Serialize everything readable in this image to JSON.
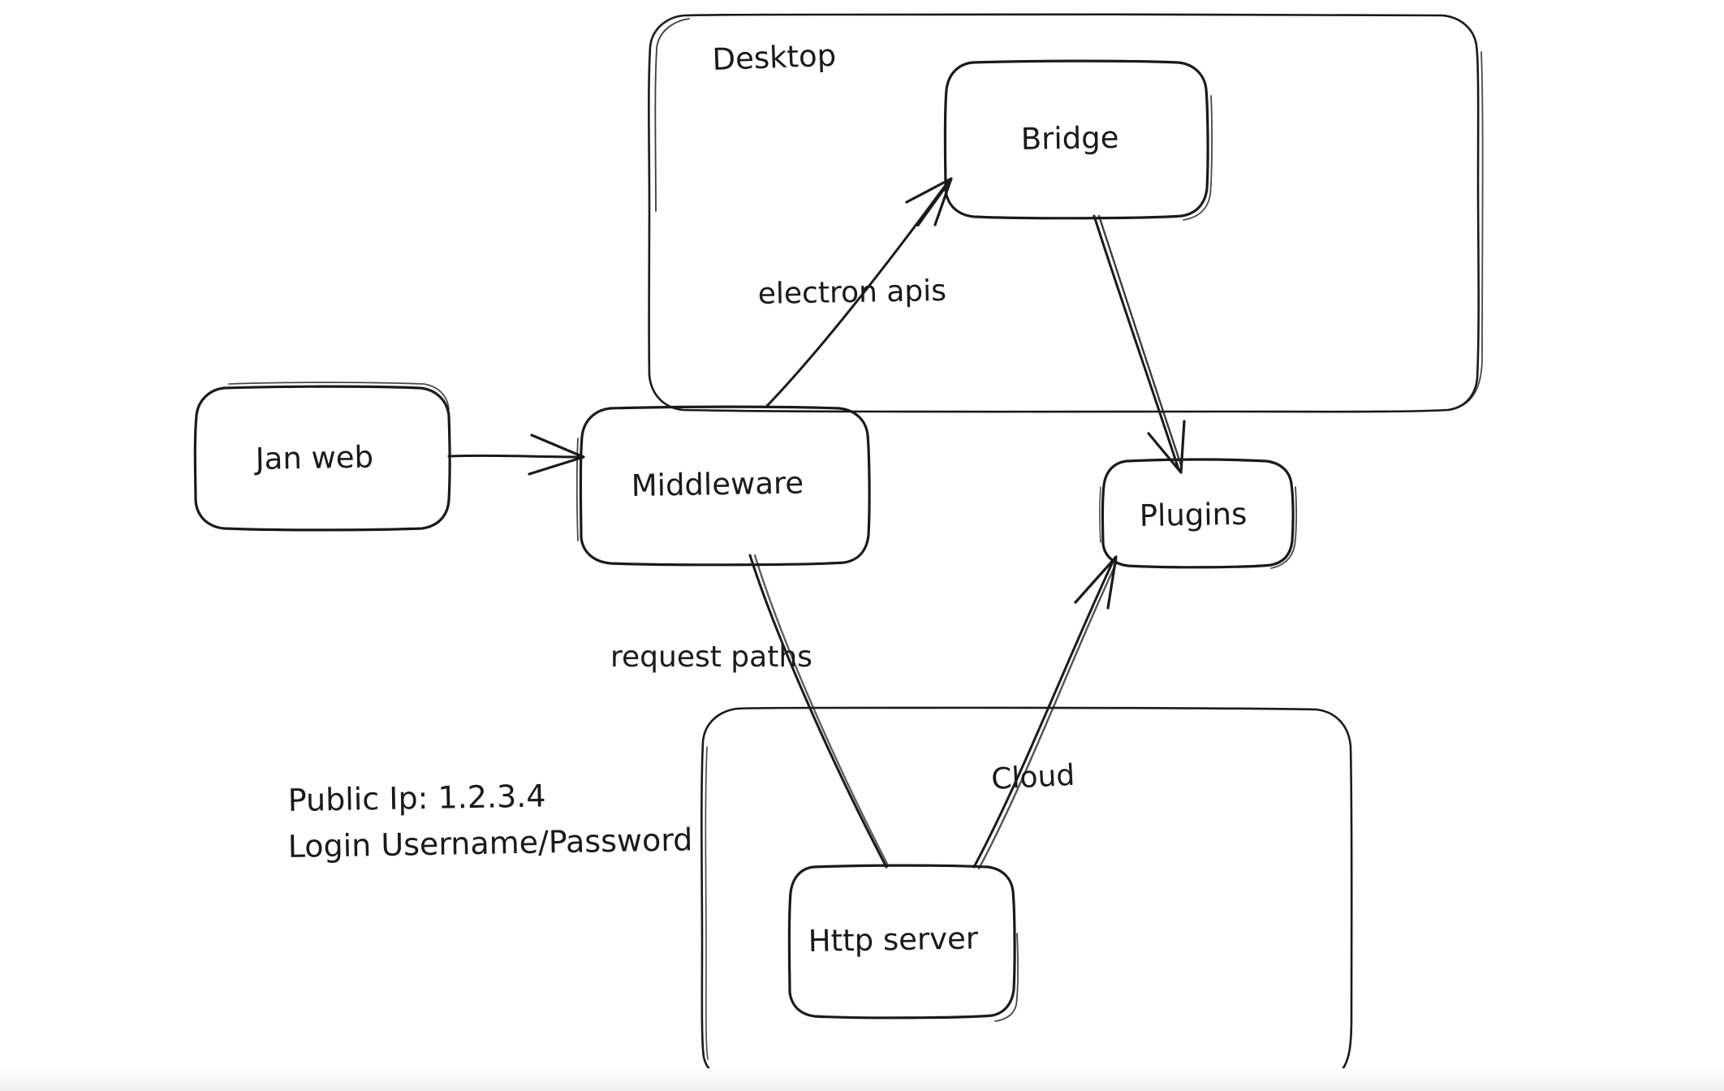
{
  "diagram": {
    "title": "Jan architecture sketch",
    "style": "hand-drawn whiteboard sketch",
    "background_color": "#ffffff",
    "ink_color": "#1a1a1a",
    "groups": [
      {
        "id": "desktop",
        "label": "Desktop"
      },
      {
        "id": "cloud",
        "label": ""
      }
    ],
    "nodes": [
      {
        "id": "jan-web",
        "label": "Jan web"
      },
      {
        "id": "middleware",
        "label": "Middleware"
      },
      {
        "id": "bridge",
        "label": "Bridge"
      },
      {
        "id": "plugins",
        "label": "Plugins"
      },
      {
        "id": "http-server",
        "label": "Http server"
      }
    ],
    "edges": [
      {
        "id": "jan-web-to-middleware",
        "from": "Jan web",
        "to": "Middleware",
        "label": "",
        "arrow": true
      },
      {
        "id": "middleware-to-bridge",
        "from": "Middleware",
        "to": "Bridge",
        "label": "electron apis",
        "arrow": true
      },
      {
        "id": "bridge-to-plugins",
        "from": "Bridge",
        "to": "Plugins",
        "label": "",
        "arrow": true
      },
      {
        "id": "middleware-to-http-server",
        "from": "Middleware",
        "to": "Http server",
        "label": "request paths",
        "arrow": false
      },
      {
        "id": "http-server-to-plugins",
        "from": "Http server",
        "to": "Plugins",
        "label": "Cloud",
        "arrow": true
      }
    ],
    "notes": {
      "public_ip_line": "Public Ip: 1.2.3.4",
      "login_line": "Login Username/Password"
    }
  }
}
